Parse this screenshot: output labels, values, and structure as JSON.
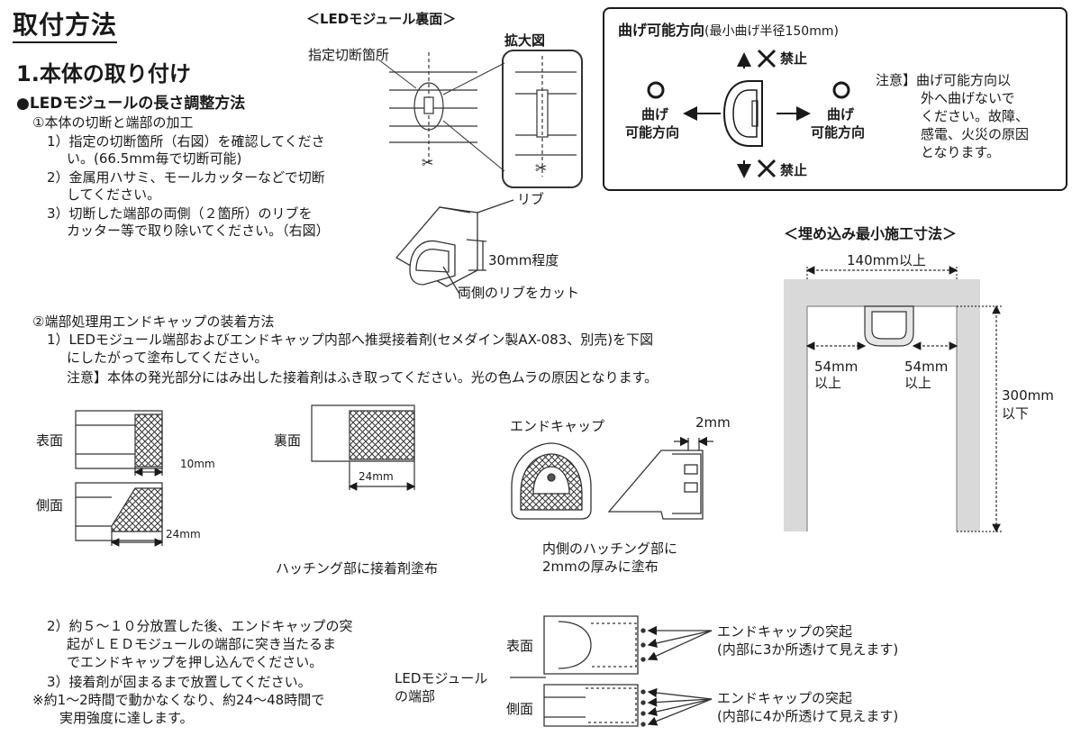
{
  "page_title": "取付方法",
  "section1": {
    "heading": "1.本体の取り付け",
    "subheading": "●LEDモジュールの長さ調整方法",
    "step1_title": "①本体の切断と端部の加工",
    "step1_lines": [
      "1）指定の切断箇所（右図）を確認してくださ",
      "い。(66.5mm毎で切断可能)",
      "2）金属用ハサミ、モールカッターなどで切断",
      "してください。",
      "3）切断した端部の両側（２箇所）のリブを",
      "カッター等で取り除いてください。（右図）"
    ],
    "step2_title": "②端部処理用エンドキャップの装着方法",
    "step2_lines": [
      "1）LEDモジュール端部およびエンドキャップ内部へ推奨接着剤(セメダイン製AX-083、別売)を下図",
      "にしたがって塗布してください。",
      "注意】本体の発光部分にはみ出した接着剤はふき取ってください。光の色ムラの原因となります。"
    ],
    "step3_lines": [
      "2）約５～１０分放置した後、エンドキャップの突",
      "起がＬＥＤモジュールの端部に突き当たるま",
      "でエンドキャップを押し込んでください。",
      "3）接着剤が固まるまで放置してください。",
      "※約1～2時間で動かなくなり、約24～48時間で",
      "実用強度に達します。"
    ]
  },
  "back_view": {
    "title": "＜LEDモジュール裏面＞",
    "cut_label": "指定切断箇所",
    "zoom_label": "拡大図"
  },
  "rib_view": {
    "rib_label": "リブ",
    "length_label": "30mm程度",
    "cut_label": "両側のリブをカット"
  },
  "bend": {
    "title": "曲げ可能方向",
    "title_note": "(最小曲げ半径150mm)",
    "left_line1": "曲げ",
    "left_line2": "可能方向",
    "right_line1": "曲げ",
    "right_line2": "可能方向",
    "prohibit_top": "禁止",
    "prohibit_bottom": "禁止",
    "note_lines": [
      "注意】曲げ可能方向以",
      "外へ曲げないで",
      "ください。故障、",
      "感電、火災の原因",
      "となります。"
    ]
  },
  "embed": {
    "title": "＜埋め込み最小施工寸法＞",
    "width_label": "140mm以上",
    "left_depth_line1": "54mm",
    "left_depth_line2": "以上",
    "right_depth_line1": "54mm",
    "right_depth_line2": "以上",
    "height_line1": "300mm",
    "height_line2": "以下"
  },
  "adhesive": {
    "front_label": "表面",
    "side_label": "側面",
    "back_label": "裏面",
    "dim_10": "10mm",
    "dim_24_side": "24mm",
    "dim_24_back": "24mm",
    "caption": "ハッチング部に接着剤塗布",
    "endcap_label": "エンドキャップ",
    "dim_2": "2mm",
    "endcap_caption_1": "内側のハッチング部に",
    "endcap_caption_2": "2mmの厚みに塗布"
  },
  "insert": {
    "front_label": "表面",
    "side_label": "側面",
    "module_end_line1": "LEDモジュール",
    "module_end_line2": "の端部",
    "front_note_1": "エンドキャップの突起",
    "front_note_2": "(内部に3か所透けて見えます)",
    "side_note_1": "エンドキャップの突起",
    "side_note_2": "(内部に4か所透けて見えます)"
  }
}
